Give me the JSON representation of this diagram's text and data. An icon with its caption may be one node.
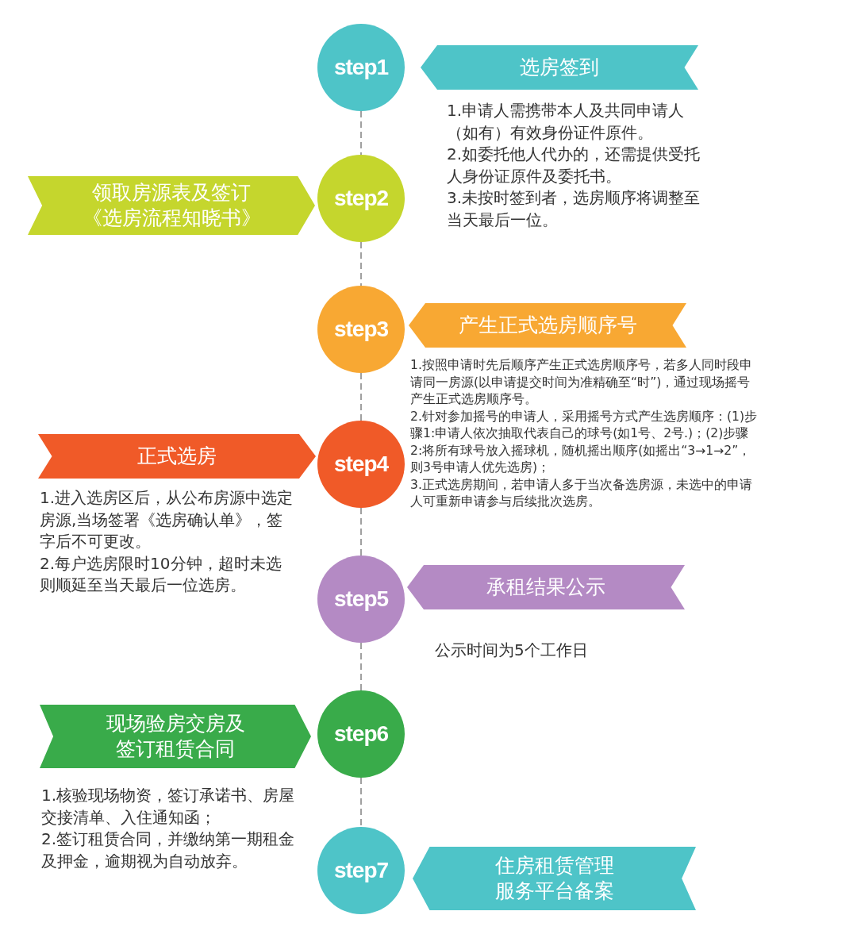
{
  "diagram": {
    "nodes": [
      {
        "text": [
          "step1"
        ]
      },
      {
        "text": [
          "选房签到"
        ],
        "beside": [
          "1.申请人需携带本人及共同申请人（如有）有效身份证件原件。",
          "2.如委托他人代办的，还需提供受托人身份证原件及委托书。",
          "3.未按时签到者，选房顺序将调整至当天最后一位。"
        ]
      },
      {
        "text": [
          "step2"
        ]
      },
      {
        "text": [
          "领取房源表及签订《选房流程知晓书》"
        ]
      },
      {
        "text": [
          "step3"
        ]
      },
      {
        "text": [
          "产生正式选房顺序号"
        ],
        "beside": [
          "1.按照申请时先后顺序产生正式选房顺序号，若多人同时段申请同一房源(以申请提交时间为准精确至“时”)，通过现场摇号产生正式选房顺序号。",
          "2.针对参加摇号的申请人，采用摇号方式产生选房顺序：(1)步骤1:申请人依次抽取代表自己的球号(如1号、2号.)；(2)步骤2:将所有球号放入摇球机，随机摇出顺序(如摇出“3→1→2”，则3号申请人优先选房)；",
          "3.正式选房期间，若申请人多于当次备选房源，未选中的申请人可重新申请参与后续批次选房。"
        ]
      },
      {
        "text": [
          "step4"
        ]
      },
      {
        "text": [
          "正式选房"
        ],
        "beside": [
          "1.进入选房区后，从公布房源中选定房源,当场签署《选房确认单》，签字后不可更改。",
          "2.每户选房限时10分钟，超时未选则顺延至当天最后一位选房。"
        ]
      },
      {
        "text": [
          "step5"
        ]
      },
      {
        "text": [
          "承租结果公示"
        ],
        "beside": [
          "公示时间为5个工作日"
        ]
      },
      {
        "text": [
          "step6"
        ]
      },
      {
        "text": [
          "现场验房交房及签订租赁合同"
        ],
        "beside": [
          "1.核验现场物资，签订承诺书、房屋交接清单、入住通知函；",
          "2.签订租赁合同，并缴纳第一期租金及押金，逾期视为自动放弃。"
        ]
      },
      {
        "text": [
          "step7"
        ]
      },
      {
        "text": [
          "住房租赁管理服务平台备案"
        ]
      }
    ],
    "edges": [
      {
        "from": 0,
        "to": 2,
        "arrow": "none",
        "style": "dashed"
      },
      {
        "from": 2,
        "to": 4,
        "arrow": "none",
        "style": "dashed"
      },
      {
        "from": 4,
        "to": 6,
        "arrow": "none",
        "style": "dashed"
      },
      {
        "from": 6,
        "to": 8,
        "arrow": "none",
        "style": "dashed"
      },
      {
        "from": 8,
        "to": 10,
        "arrow": "none",
        "style": "dashed"
      },
      {
        "from": 10,
        "to": 12,
        "arrow": "none",
        "style": "dashed"
      }
    ]
  }
}
